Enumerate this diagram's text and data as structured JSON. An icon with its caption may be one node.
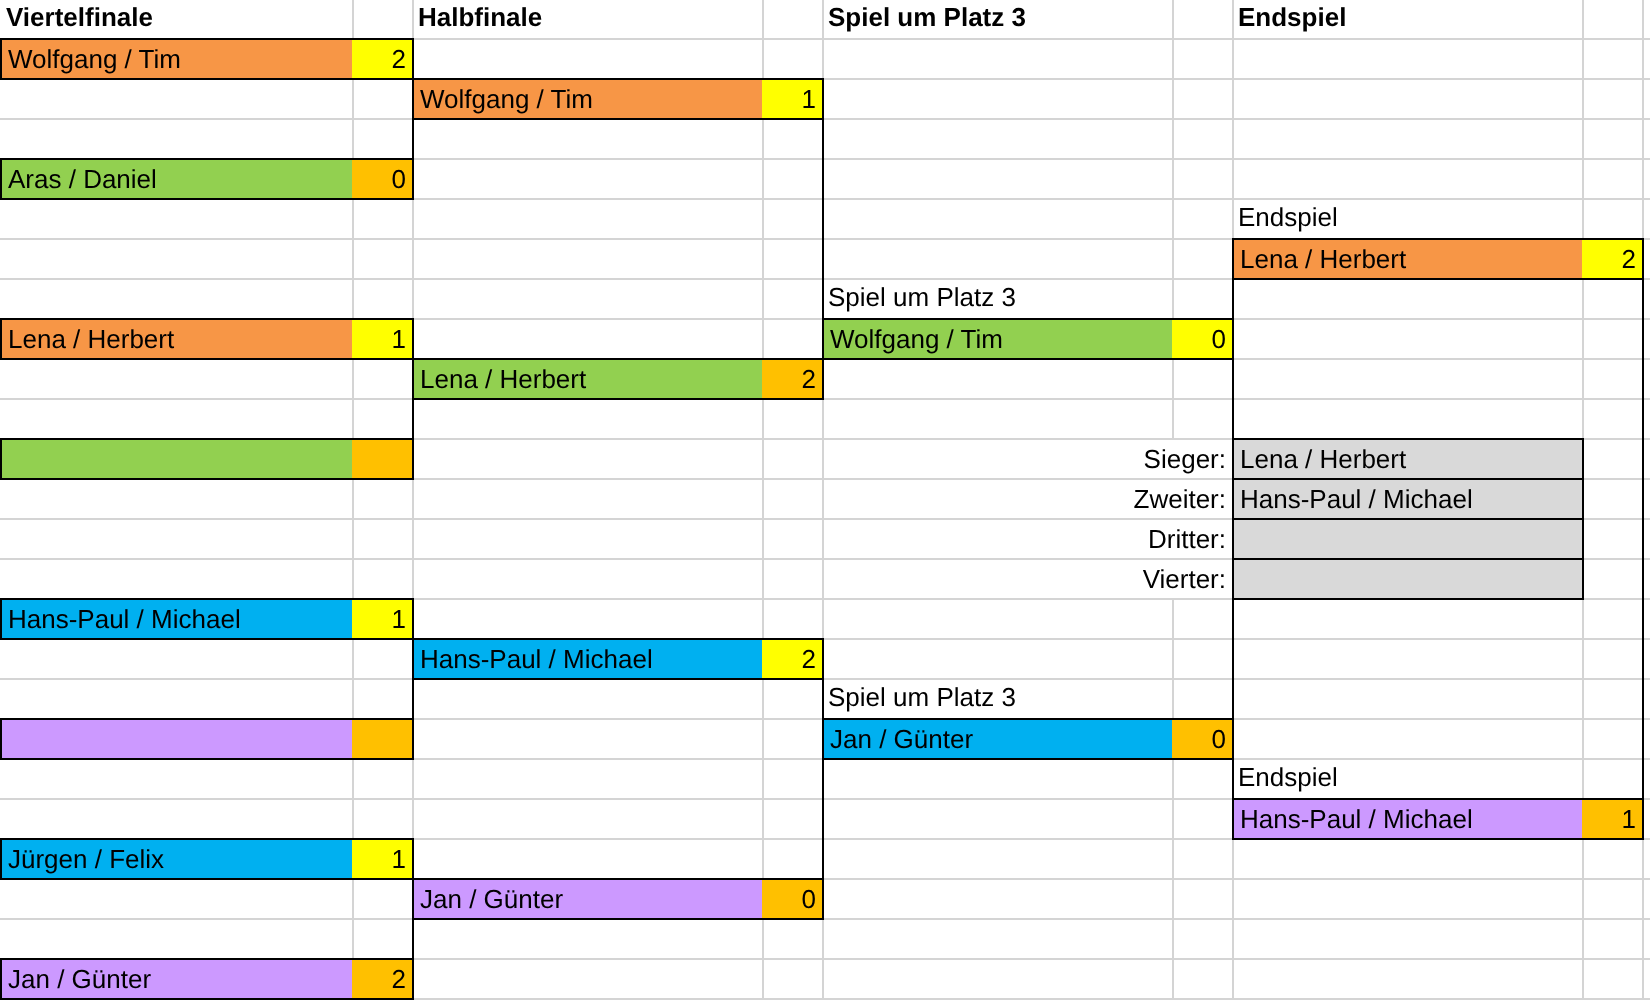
{
  "diagram": {
    "nodes": [
      {
        "text": [
          "Wolfgang / Tim",
          "2"
        ]
      },
      {
        "text": [
          "Aras / Daniel",
          "0"
        ]
      },
      {
        "text": [
          "Lena / Herbert",
          "1"
        ]
      },
      {
        "text": [],
        "shape": "box"
      },
      {
        "text": [
          "Hans-Paul / Michael",
          "1"
        ]
      },
      {
        "text": [],
        "shape": "box"
      },
      {
        "text": [
          "Jürgen / Felix",
          "1"
        ]
      },
      {
        "text": [
          "Jan / Günter",
          "2"
        ]
      },
      {
        "text": [
          "Wolfgang / Tim",
          "1"
        ]
      },
      {
        "text": [
          "Lena / Herbert",
          "2"
        ]
      },
      {
        "text": [
          "Hans-Paul / Michael",
          "2"
        ]
      },
      {
        "text": [
          "Jan / Günter",
          "0"
        ]
      },
      {
        "text": [
          "Spiel um Platz 3",
          "Wolfgang / Tim",
          "0"
        ]
      },
      {
        "text": [
          "Spiel um Platz 3",
          "Jan / Günter",
          "0"
        ]
      },
      {
        "text": [
          "Endspiel",
          "Lena / Herbert",
          "2"
        ]
      },
      {
        "text": [
          "Lena / Herbert"
        ],
        "beside": [
          "Sieger:"
        ]
      },
      {
        "text": [
          "Hans-Paul / Michael"
        ],
        "beside": [
          "Zweiter:"
        ]
      },
      {
        "text": [],
        "shape": "box",
        "beside": [
          "Dritter:"
        ]
      },
      {
        "text": [],
        "shape": "box",
        "beside": [
          "Vierter:"
        ]
      },
      {
        "text": [
          "Endspiel",
          "Hans-Paul / Michael",
          "1"
        ]
      }
    ],
    "edges": [
      {
        "from": 8,
        "to": 1,
        "arrow": "none"
      },
      {
        "from": 9,
        "to": 3,
        "arrow": "none"
      },
      {
        "from": 10,
        "to": 5,
        "arrow": "none"
      },
      {
        "from": 11,
        "to": 7,
        "arrow": "none"
      },
      {
        "from": 8,
        "to": 12,
        "arrow": "none"
      },
      {
        "from": 10,
        "to": 13,
        "arrow": "none"
      },
      {
        "from": 13,
        "to": 11,
        "arrow": "none"
      },
      {
        "from": 14,
        "to": 12,
        "arrow": "none"
      },
      {
        "from": 12,
        "to": 15,
        "arrow": "none"
      },
      {
        "from": 18,
        "to": 13,
        "arrow": "none"
      },
      {
        "from": 13,
        "to": 19,
        "arrow": "none"
      },
      {
        "from": 14,
        "to": 19,
        "arrow": "none"
      }
    ],
    "labels": [
      "Viertelfinale",
      "Halbfinale",
      "Spiel um Platz 3",
      "Endspiel"
    ]
  }
}
